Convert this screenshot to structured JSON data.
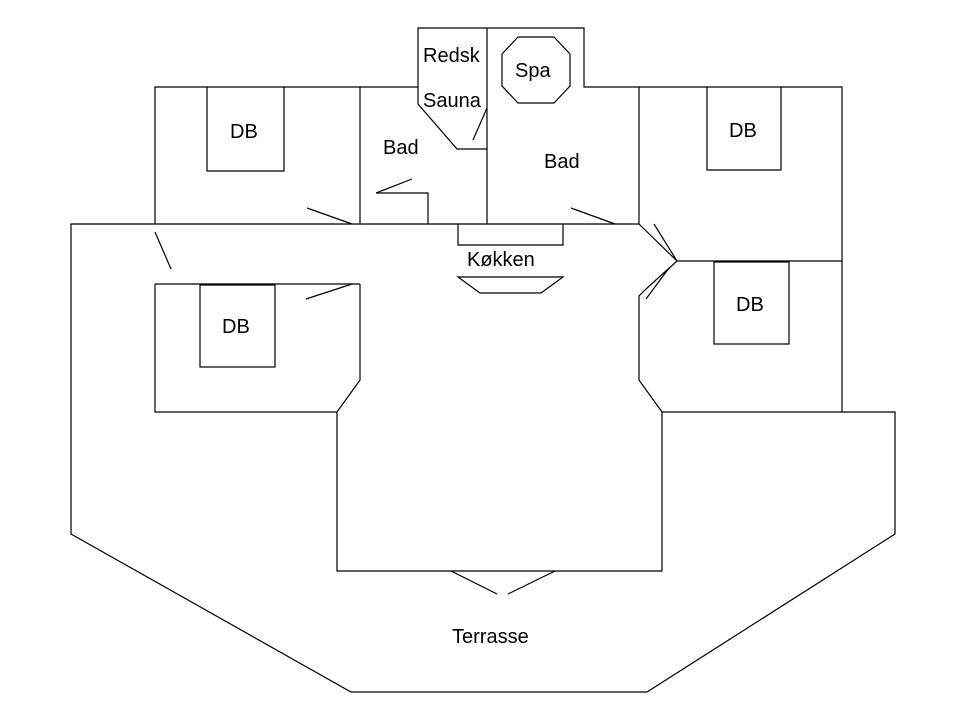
{
  "colors": {
    "background": "#ffffff",
    "line": "#000000"
  },
  "labels": {
    "db_top_left": "DB",
    "db_mid_left": "DB",
    "db_top_right": "DB",
    "db_mid_right": "DB",
    "bad_left": "Bad",
    "bad_right": "Bad",
    "redsk": "Redsk",
    "sauna": "Sauna",
    "spa": "Spa",
    "kokken": "Køkken",
    "terrasse": "Terrasse"
  }
}
